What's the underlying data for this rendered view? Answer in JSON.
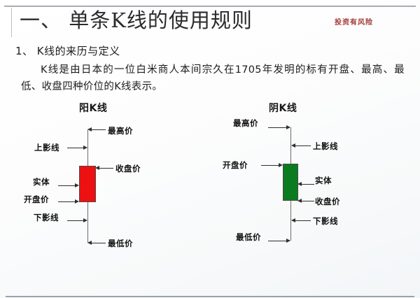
{
  "slide": {
    "title": "一、 单条K线的使用规则",
    "risk_note": "投资有风险",
    "section_heading": "1、 K线的来历与定义",
    "paragraph": "K线是由日本的一位白米商人本间宗久在1705年发明的标有开盘、最高、最低、收盘四种价位的K线表示。"
  },
  "colors": {
    "bullish_body": "#ee1111",
    "bearish_body": "#0a7b1e",
    "wick": "#6b6b6b",
    "risk_text": "#a33a3a",
    "title_text": "#2b2b2b"
  },
  "diagrams": [
    {
      "id": "bullish",
      "title": "阳K线",
      "body_color": "#ee1111",
      "labels": {
        "high": "最高价",
        "upper_shadow": "上影线",
        "close": "收盘价",
        "real_body": "实体",
        "open": "开盘价",
        "lower_shadow": "下影线",
        "low": "最低价"
      }
    },
    {
      "id": "bearish",
      "title": "阴K线",
      "body_color": "#0a7b1e",
      "labels": {
        "high": "最高价",
        "upper_shadow": "上影线",
        "open": "开盘价",
        "real_body": "实体",
        "close": "收盘价",
        "lower_shadow": "下影线",
        "low": "最低价"
      }
    }
  ]
}
